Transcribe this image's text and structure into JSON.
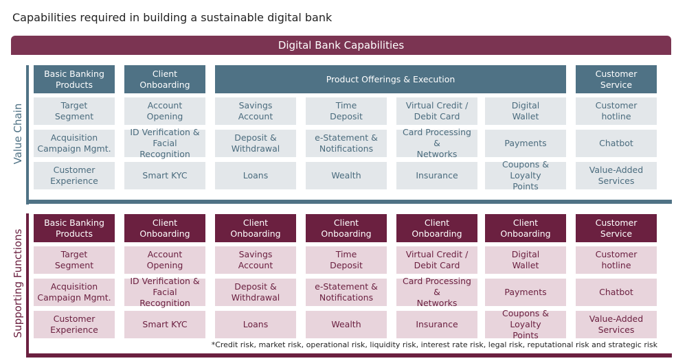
{
  "title": "Capabilities required in building a sustainable digital bank",
  "banner": "Digital Bank Capabilities",
  "value_chain": {
    "label": "Value Chain",
    "headers": [
      "Basic Banking\nProducts",
      "Client\nOnboarding",
      "Product Offerings & Execution",
      "Customer\nService"
    ],
    "rows": [
      [
        "Target\nSegment",
        "Account\nOpening",
        "Savings\nAccount",
        "Time\nDeposit",
        "Virtual Credit /\nDebit Card",
        "Digital\nWallet",
        "Customer\nhotline"
      ],
      [
        "Acquisition\nCampaign Mgmt.",
        "ID Verification &\nFacial Recognition",
        "Deposit &\nWithdrawal",
        "e-Statement &\nNotifications",
        "Card Processing &\nNetworks",
        "Payments",
        "Chatbot"
      ],
      [
        "Customer\nExperience",
        "Smart KYC",
        "Loans",
        "Wealth",
        "Insurance",
        "Coupons & Loyalty\nPoints",
        "Value-Added\nServices"
      ]
    ]
  },
  "supporting_functions": {
    "label": "Supporting Functions",
    "headers": [
      "Basic Banking\nProducts",
      "Client\nOnboarding",
      "Client\nOnboarding",
      "Client\nOnboarding",
      "Client\nOnboarding",
      "Client\nOnboarding",
      "Customer\nService"
    ],
    "rows": [
      [
        "Target\nSegment",
        "Account\nOpening",
        "Savings\nAccount",
        "Time\nDeposit",
        "Virtual Credit /\nDebit Card",
        "Digital\nWallet",
        "Customer\nhotline"
      ],
      [
        "Acquisition\nCampaign Mgmt.",
        "ID Verification &\nFacial Recognition",
        "Deposit &\nWithdrawal",
        "e-Statement &\nNotifications",
        "Card Processing &\nNetworks",
        "Payments",
        "Chatbot"
      ],
      [
        "Customer\nExperience",
        "Smart KYC",
        "Loans",
        "Wealth",
        "Insurance",
        "Coupons & Loyalty\nPoints",
        "Value-Added\nServices"
      ]
    ]
  },
  "footnote": "*Credit risk, market risk, operational risk, liquidity risk, interest rate risk, legal risk, reputational risk and strategic risk",
  "colors": {
    "banner": "#7b3452",
    "value_chain_header": "#4f7285",
    "value_chain_cell": "#e3e7ea",
    "supporting_header": "#6b2040",
    "supporting_cell": "#e8d4dc"
  }
}
